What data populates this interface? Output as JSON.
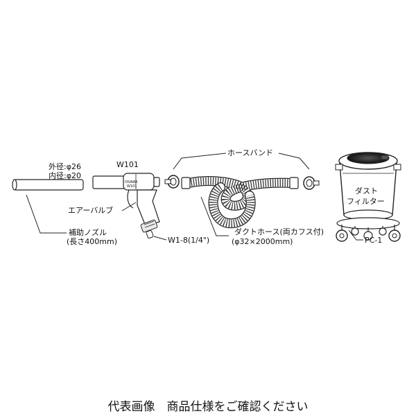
{
  "nozzle": {
    "outer_label": "外径:φ26",
    "inner_label": "内径:φ20",
    "name_line1": "補助ノズル",
    "name_line2": "(長さ400mm)"
  },
  "gun": {
    "model": "W101",
    "brand": "OSAWA",
    "small_model": "W101",
    "valve_label": "エアーバルブ",
    "fitting_label": "W1-8(1/4\")"
  },
  "hose": {
    "band_label": "ホースバンド",
    "name_line1": "ダクトホース(両カフス付)",
    "name_line2": "(φ32×2000mm)"
  },
  "filter": {
    "line1": "ダスト",
    "line2": "フィルター",
    "model": "PC-1"
  },
  "caption": "代表画像　商品仕様をご確認ください"
}
